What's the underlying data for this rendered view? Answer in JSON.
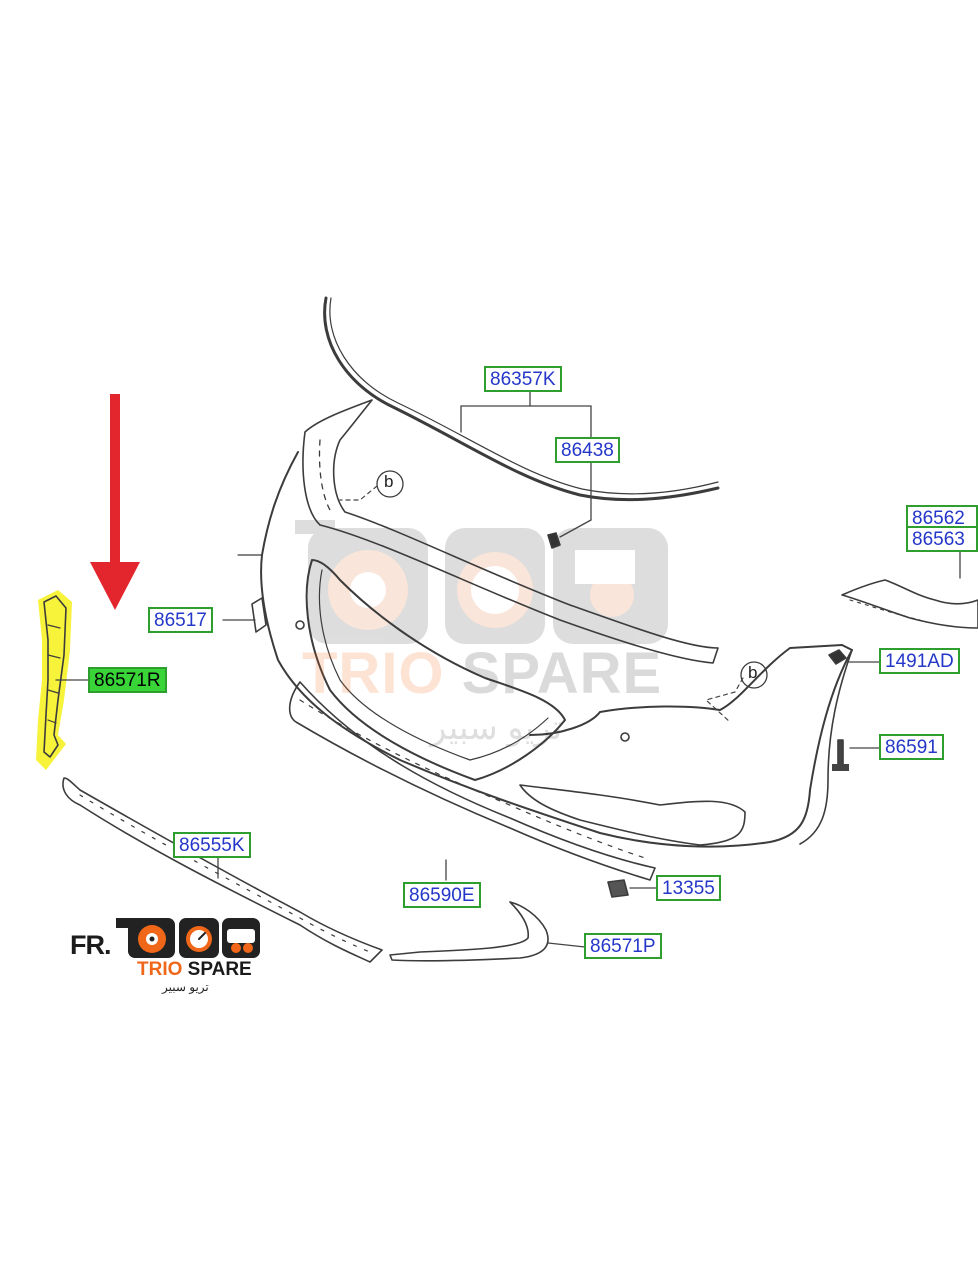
{
  "labels": {
    "p86357K": "86357K",
    "p86438": "86438",
    "p86562": "86562",
    "p86563": "86563",
    "p86517": "86517",
    "p86571R": "86571R",
    "p1491AD": "1491AD",
    "p86591": "86591",
    "p86555K": "86555K",
    "p86590E": "86590E",
    "p13355": "13355",
    "p86571P": "86571P"
  },
  "callouts": {
    "b1": "b",
    "b2": "b"
  },
  "orientation": "FR.",
  "brand": {
    "name_part1": "TRIO",
    "name_part2": "SPARE",
    "arabic": "تريو سبير"
  },
  "watermark": {
    "name_part1": "TRIO",
    "name_part2": "SPARE",
    "arabic": "تريو سبير"
  },
  "colors": {
    "arrow": "#e3262d",
    "highlight": "#f7f23a",
    "label_border": "#2e9e2e",
    "label_text": "#2437c9",
    "label_selected_fill": "#38d438",
    "brand_orange": "#f0671a"
  },
  "icons": [
    "red-down-arrow-icon",
    "disc-brake-icon",
    "speedometer-icon",
    "engine-icon"
  ]
}
